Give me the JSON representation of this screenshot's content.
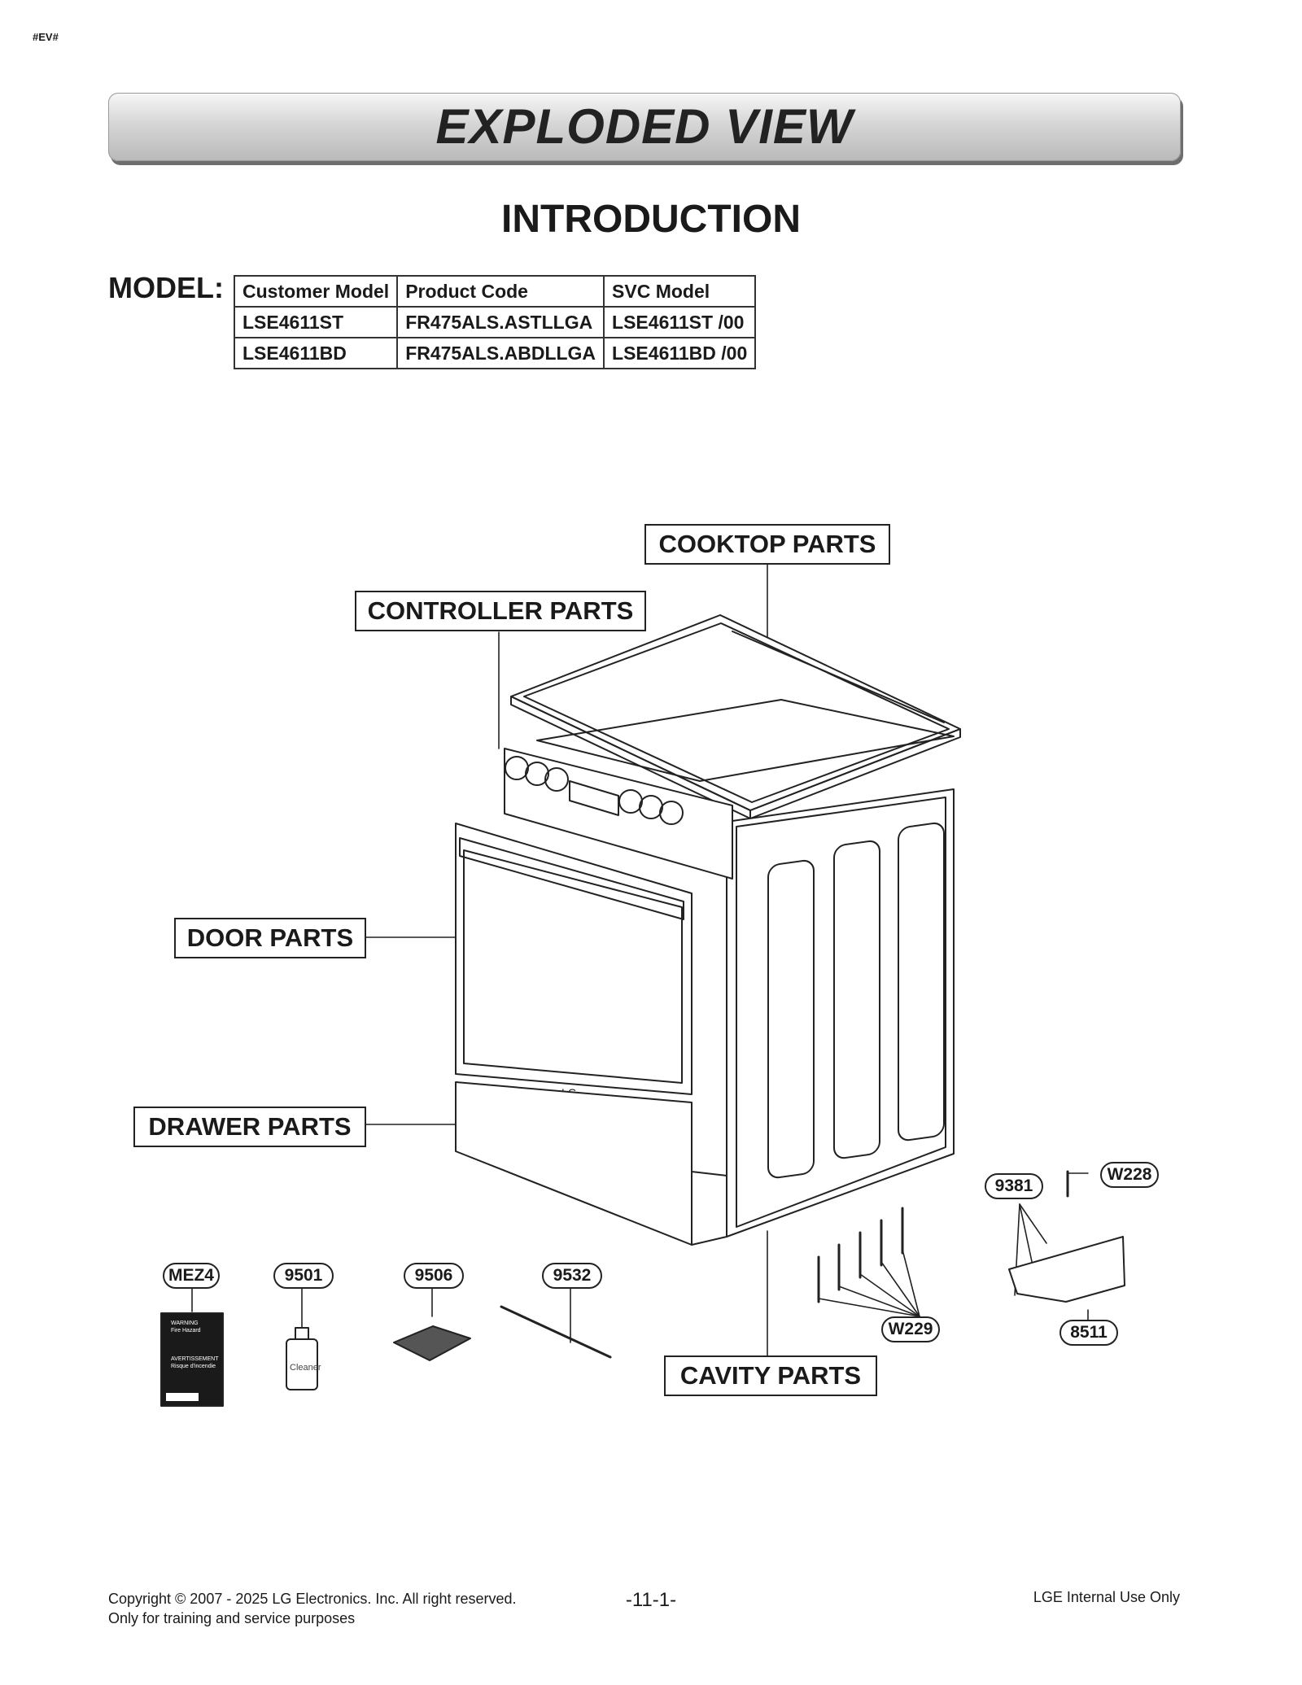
{
  "tag": "#EV#",
  "banner_title": "EXPLODED VIEW",
  "intro_title": "INTRODUCTION",
  "model_label": "MODEL:",
  "models_table": {
    "headers": [
      "Customer Model",
      "Product Code",
      "SVC Model"
    ],
    "rows": [
      [
        "LSE4611ST",
        "FR475ALS.ASTLLGA",
        "LSE4611ST /00"
      ],
      [
        "LSE4611BD",
        "FR475ALS.ABDLLGA",
        "LSE4611BD  /00"
      ]
    ]
  },
  "section_labels": {
    "cooktop": "COOKTOP PARTS",
    "controller": "CONTROLLER PARTS",
    "door": "DOOR PARTS",
    "drawer": "DRAWER PARTS",
    "cavity": "CAVITY PARTS"
  },
  "part_callouts": {
    "mez4": "MEZ4",
    "p9501": "9501",
    "p9506": "9506",
    "p9532": "9532",
    "w229": "W229",
    "p9381": "9381",
    "w228": "W228",
    "p8511": "8511"
  },
  "diagram_text": {
    "cleaner": "Cleaner",
    "logo": "LG",
    "warning": "WARNING",
    "fire_hazard": "Fire Hazard",
    "avertissement": "AVERTISSEMENT",
    "risque": "Risque d'incendie"
  },
  "footer": {
    "copyright": "Copyright © 2007 - 2025 LG Electronics. Inc. All right reserved.",
    "purpose": "Only for training and service purposes",
    "page_number": "-11-1-",
    "internal": "LGE Internal Use Only"
  }
}
